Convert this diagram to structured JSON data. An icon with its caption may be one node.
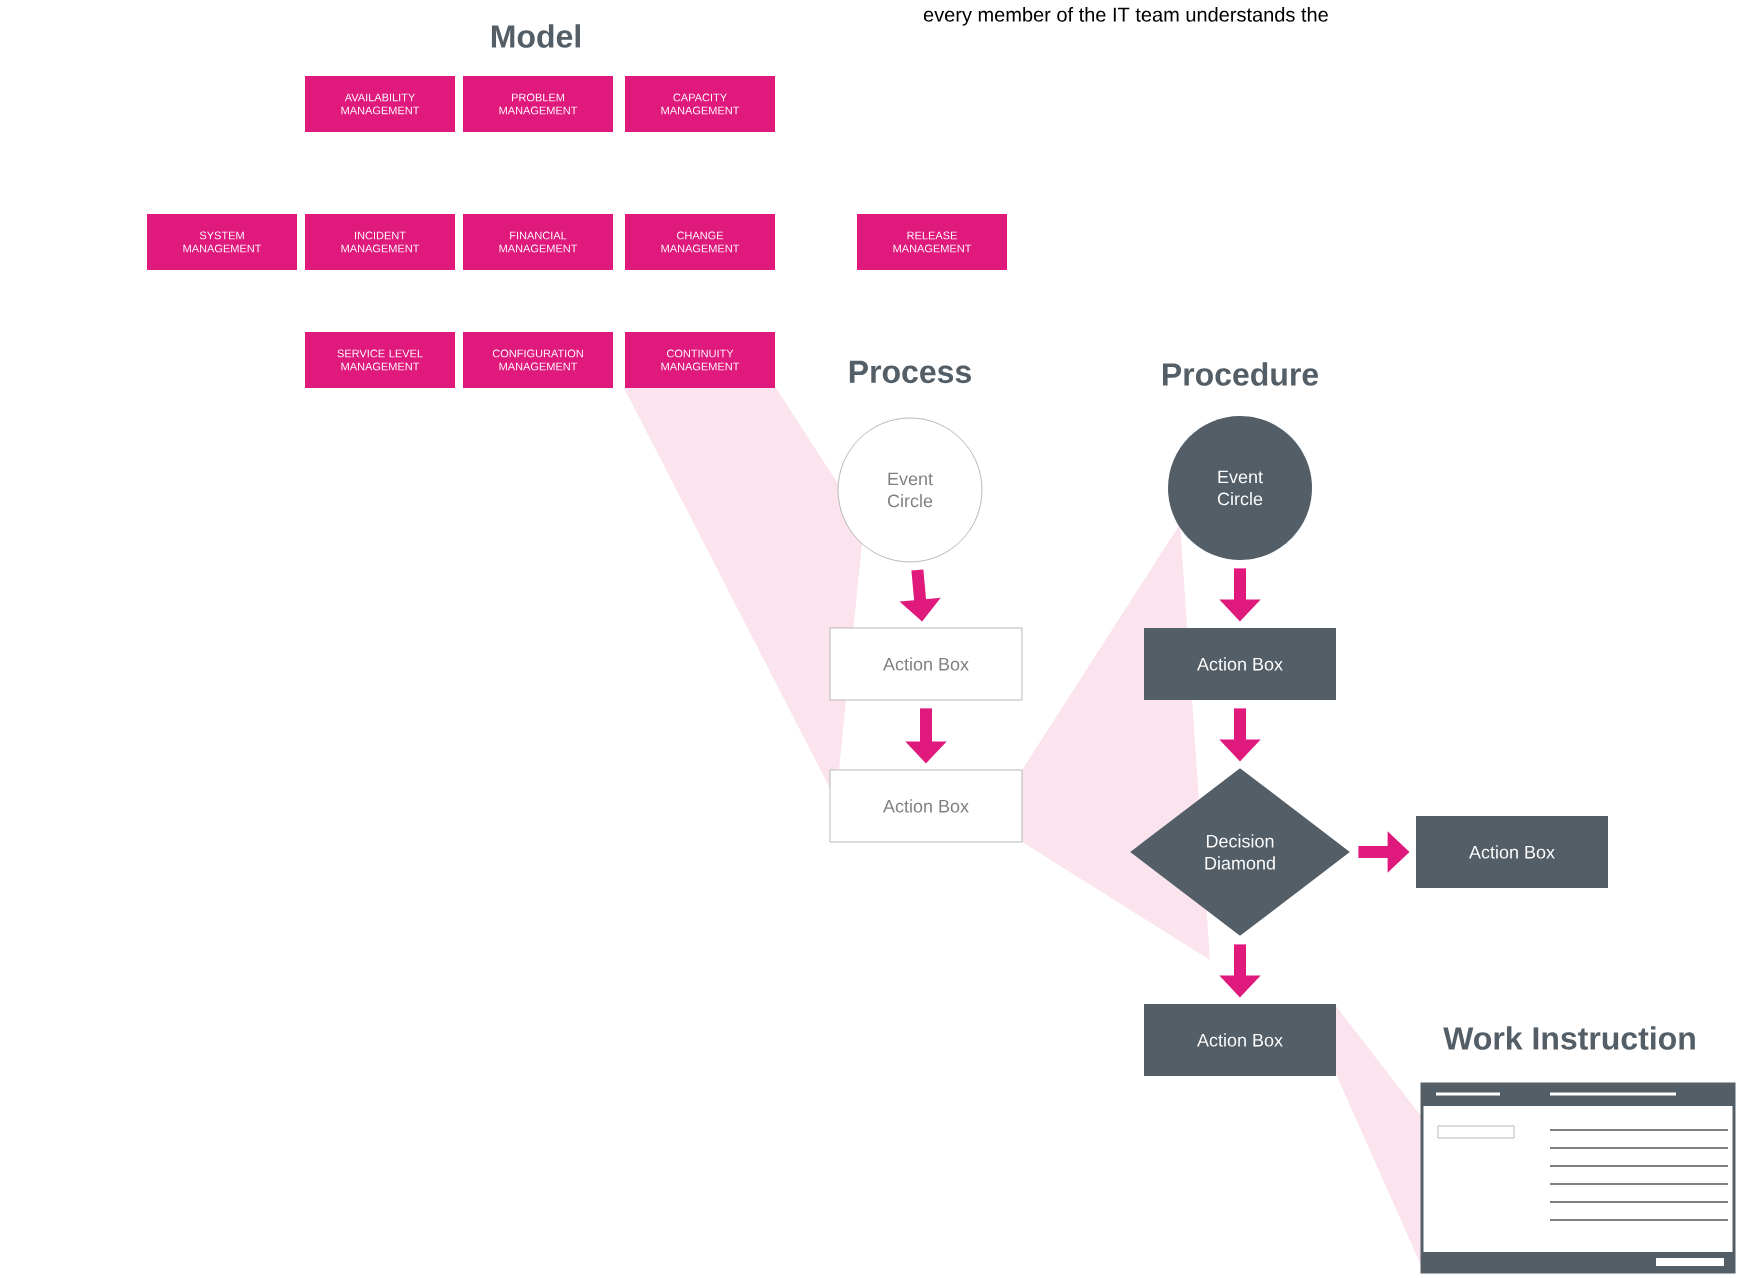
{
  "diagram": {
    "nodes": [
      {
        "text": [
          "AVAILABILITY MANAGEMENT"
        ]
      },
      {
        "text": [
          "PROBLEM MANAGEMENT"
        ]
      },
      {
        "text": [
          "CAPACITY MANAGEMENT"
        ]
      },
      {
        "text": [
          "SYSTEM MANAGEMENT"
        ]
      },
      {
        "text": [
          "INCIDENT MANAGEMENT"
        ]
      },
      {
        "text": [
          "FINANCIAL MANAGEMENT"
        ]
      },
      {
        "text": [
          "CHANGE MANAGEMENT"
        ]
      },
      {
        "text": [
          "RELEASE MANAGEMENT"
        ]
      },
      {
        "text": [
          "SERVICE LEVEL MANAGEMENT"
        ]
      },
      {
        "text": [
          "CONFIGURATION MANAGEMENT"
        ]
      },
      {
        "text": [
          "CONTINUITY MANAGEMENT"
        ]
      },
      {
        "text": [
          "Event Circle"
        ]
      },
      {
        "text": [
          "Action Box"
        ]
      },
      {
        "text": [
          "Action Box"
        ]
      },
      {
        "text": [
          "Event Circle"
        ]
      },
      {
        "text": [
          "Action Box"
        ]
      },
      {
        "text": [
          "Decision Diamond"
        ]
      },
      {
        "text": [
          "Action Box"
        ]
      },
      {
        "text": [
          "Action Box"
        ]
      }
    ],
    "edges": [
      {
        "from": 11,
        "to": 12,
        "arrow": "to"
      },
      {
        "from": 12,
        "to": 13,
        "arrow": "to"
      },
      {
        "from": 14,
        "to": 15,
        "arrow": "to"
      },
      {
        "from": 15,
        "to": 16,
        "arrow": "to"
      },
      {
        "from": 16,
        "to": 17,
        "arrow": "to"
      },
      {
        "from": 16,
        "to": 18,
        "arrow": "to"
      }
    ],
    "labels": [
      "every member of the IT team understands the",
      "Model",
      "Process",
      "Procedure",
      "Work Instruction"
    ]
  }
}
